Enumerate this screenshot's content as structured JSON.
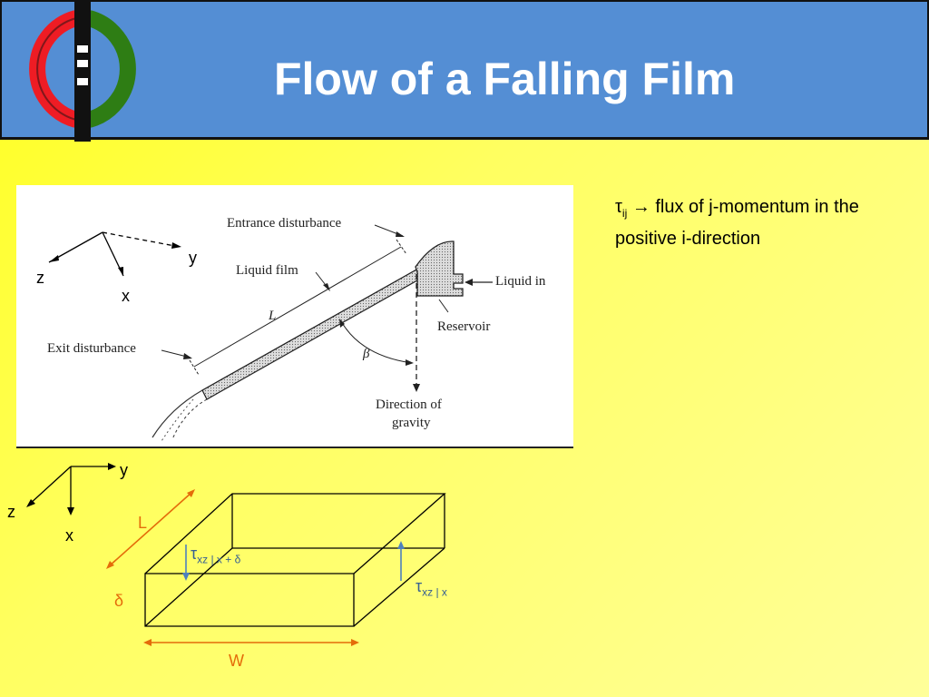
{
  "slide": {
    "title": "Flow of a Falling Film"
  },
  "diagram": {
    "entrance_disturbance": "Entrance disturbance",
    "liquid_film": "Liquid film",
    "length_label": "L",
    "exit_disturbance": "Exit disturbance",
    "beta_label": "β",
    "liquid_in": "Liquid in",
    "reservoir": "Reservoir",
    "direction_line1": "Direction of",
    "direction_line2": "gravity",
    "axis_z": "z",
    "axis_y": "y",
    "axis_x": "x"
  },
  "flux_note": {
    "tau": "τ",
    "tau_sub": "ij",
    "arrow": "→",
    "text": "flux of j-momentum in the positive i-direction"
  },
  "box": {
    "axis_y": "y",
    "axis_z": "z",
    "axis_x": "x",
    "length_label": "L",
    "delta_label": "δ",
    "width_label": "W",
    "tau_top": "τ",
    "tau_top_sub": "xz | x + δ",
    "tau_bottom": "τ",
    "tau_bottom_sub": "xz | x"
  },
  "colors": {
    "header": "#548ed4",
    "orange": "#e46c0a",
    "blue": "#376092"
  }
}
